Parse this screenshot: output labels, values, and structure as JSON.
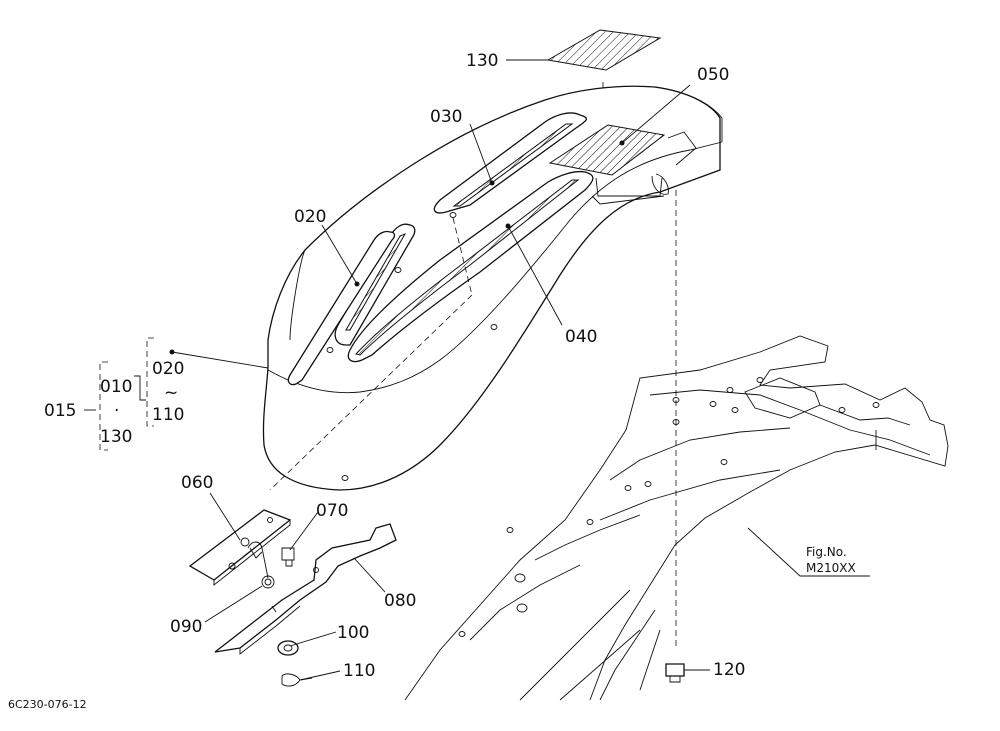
{
  "diagram": {
    "labels": {
      "p130_top": "130",
      "p050": "050",
      "p030": "030",
      "p020": "020",
      "p040": "040",
      "p060": "060",
      "p070": "070",
      "p080": "080",
      "p090": "090",
      "p100": "100",
      "p110": "110",
      "p120": "120"
    },
    "group": {
      "outer": "015",
      "mid_top": "010",
      "mid_dot": "·",
      "mid_bottom": "130",
      "inner_top": "020",
      "inner_tilde": "~",
      "inner_bottom": "110"
    },
    "fig_no": {
      "label": "Fig.No.",
      "code": "M210XX"
    },
    "drawing_code": "6C230-076-12"
  }
}
